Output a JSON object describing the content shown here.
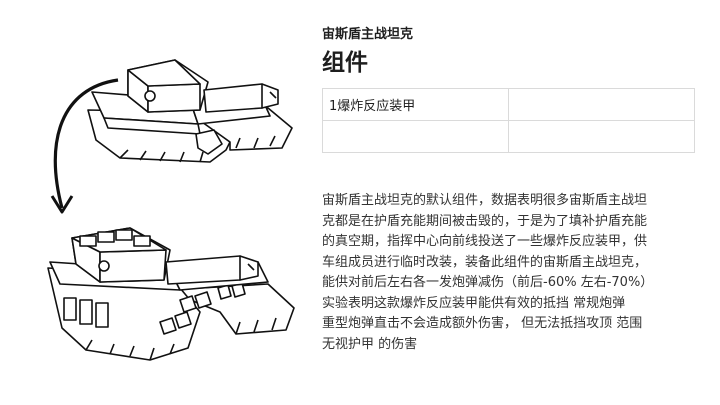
{
  "header": {
    "subtitle": "宙斯盾主战坦克",
    "title": "组件"
  },
  "components": [
    [
      "1爆炸反应装甲",
      ""
    ],
    [
      "",
      ""
    ]
  ],
  "description": "宙斯盾主战坦克的默认组件，数据表明很多宙斯盾主战坦\n克都是在护盾充能期间被击毁的，于是为了填补护盾充能\n的真空期，指挥中心向前线投送了一些爆炸反应装甲，供\n车组成员进行临时改装，装备此组件的宙斯盾主战坦克，\n能供对前后左右各一发炮弹减伤（前后-60%  左右-70%）\n实验表明这款爆炸反应装甲能供有效的抵挡 常规炮弹\n重型炮弹直击不会造成额外伤害， 但无法抵挡攻顶 范围\n无视护甲 的伤害",
  "illustration": {
    "top": "tank-icon",
    "arrow": "curved-arrow-icon",
    "bottom": "tank-with-armor-icon"
  }
}
